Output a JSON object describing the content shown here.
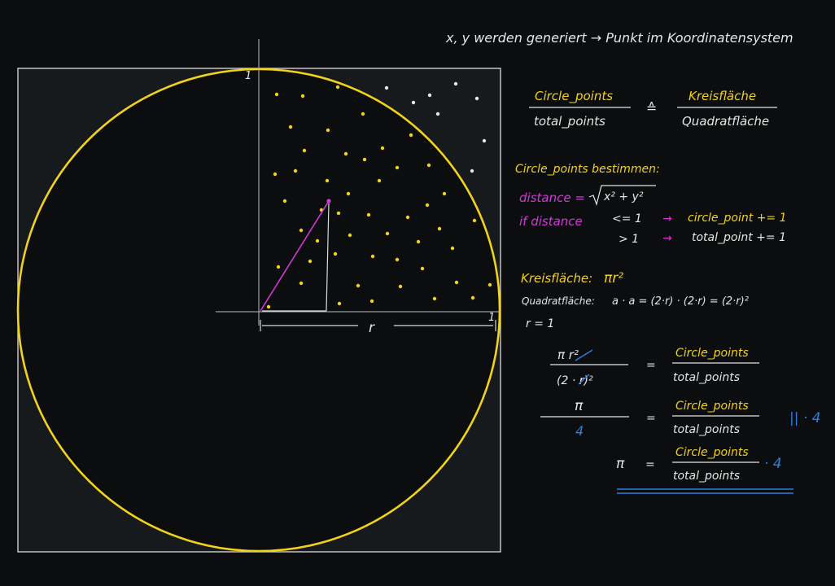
{
  "colors": {
    "background": "#0b0d0e",
    "square_fill": "#161a1d",
    "chalk": "#e6e6e6",
    "yellow": "#f2d21b",
    "magenta": "#d23ad8",
    "blue": "#2f7fe0"
  },
  "diagram": {
    "top_label": "1",
    "right_label": "1",
    "radius_label": "r",
    "point_count": 57
  },
  "notes": {
    "header": "x, y werden generiert → Punkt im Koordinatensystem",
    "ratio": {
      "num_left": "Circle_points",
      "den_left": "total_points",
      "equals": "≙",
      "num_right": "Kreisfläche",
      "den_right": "Quadratfläche"
    },
    "determine": {
      "title": "Circle_points bestimmen:",
      "distance_label": "distance = ",
      "distance_formula": "x² + y²",
      "if_label": "if distance",
      "cond1": "<= 1",
      "cond2": "> 1",
      "arrow": "→",
      "result1": "circle_point += 1",
      "result2": "total_point += 1"
    },
    "areas": {
      "kreis_label": "Kreisfläche:",
      "kreis_formula": "πr²",
      "quadrat_label": "Quadratfläche:",
      "quadrat_formula": "a · a = (2·r) · (2·r) = (2·r)²",
      "r_value": "r = 1"
    },
    "eq1": {
      "num_left": "π r²",
      "den_left": "(2 · r)²",
      "equals": "=",
      "num_right": "Circle_points",
      "den_right": "total_points"
    },
    "eq2": {
      "num_left": "π",
      "den_left": "4",
      "equals": "=",
      "num_right": "Circle_points",
      "den_right": "total_points",
      "side_op": "|| · 4"
    },
    "eq3": {
      "left": "π",
      "equals": "=",
      "num_right": "Circle_points",
      "den_right": "total_points",
      "mult": "· 4"
    }
  }
}
